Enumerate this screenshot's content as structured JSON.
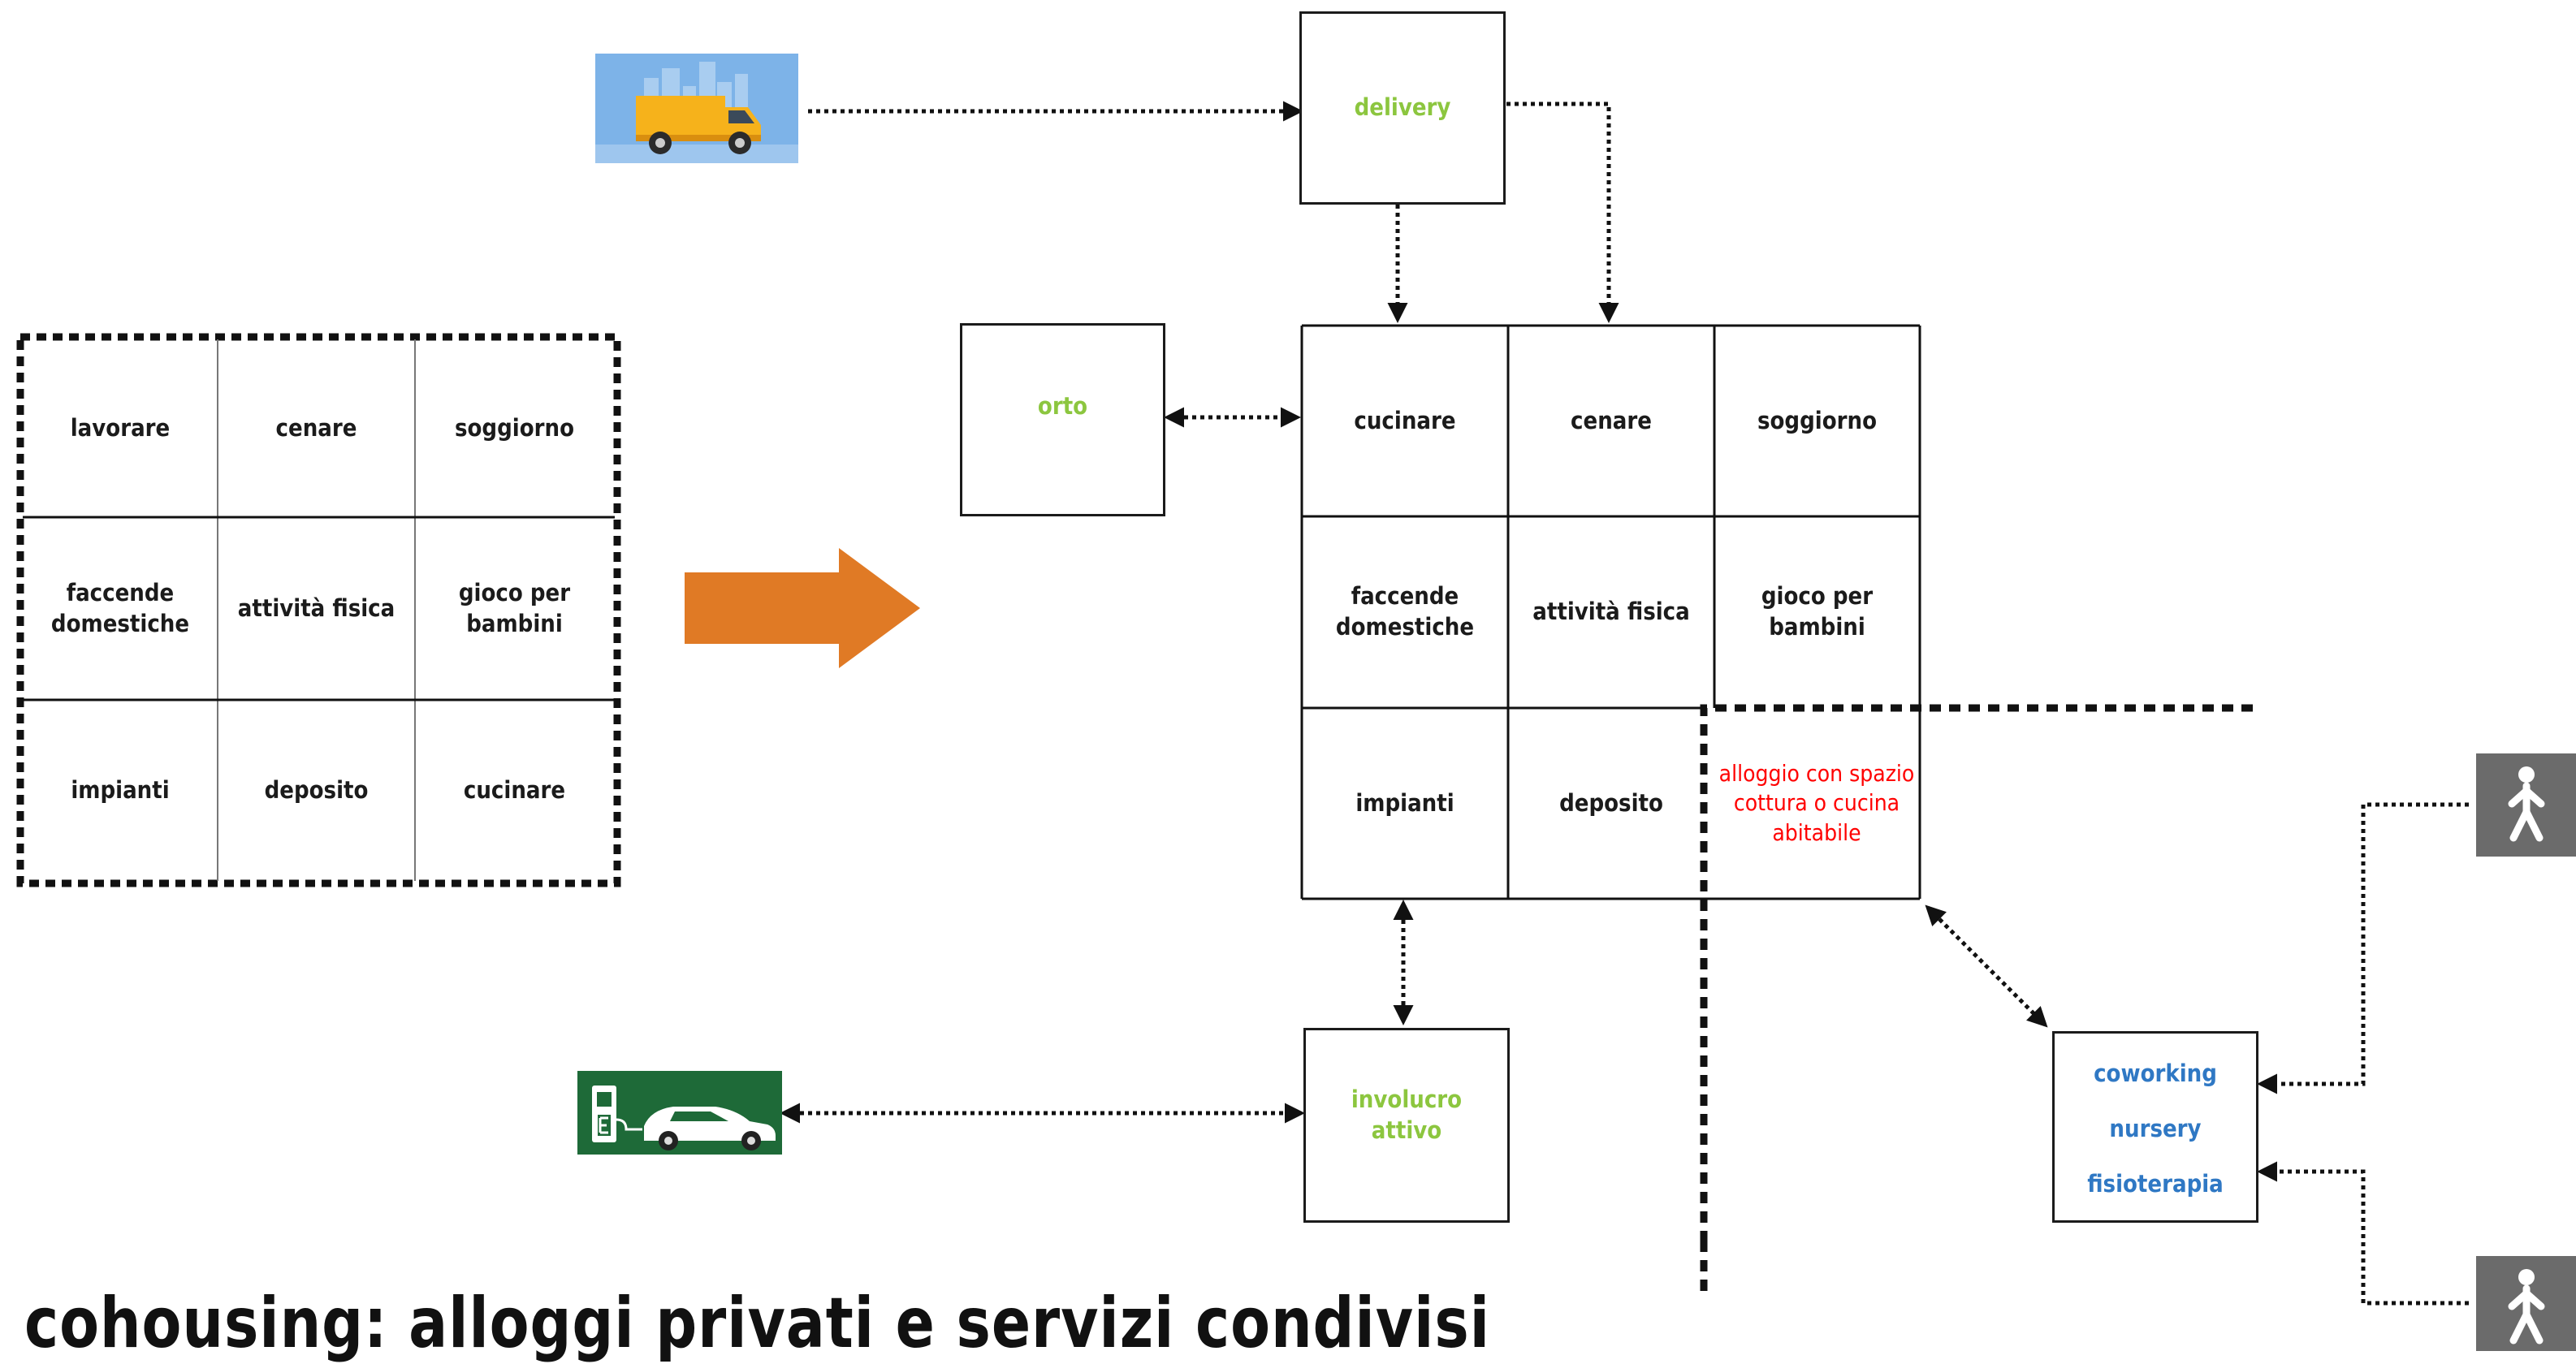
{
  "left_grid": {
    "cells": [
      "lavorare",
      "cenare",
      "soggiorno",
      "faccende domestiche",
      "attività fisica",
      "gioco per bambini",
      "impianti",
      "deposito",
      "cucinare"
    ]
  },
  "right_grid": {
    "cells": [
      "cucinare",
      "cenare",
      "soggiorno",
      "faccende domestiche",
      "attività fisica",
      "gioco per bambini",
      "impianti",
      "deposito",
      "alloggio con spazio cottura o cucina abitabile"
    ]
  },
  "nodes": {
    "delivery": "delivery",
    "orto": "orto",
    "involucro": "involucro attivo",
    "services": [
      "coworking",
      "nursery",
      "fisioterapia"
    ]
  },
  "title": "cohousing: alloggi privati e servizi condivisi",
  "colors": {
    "arrow": "#e07a25",
    "green_text": "#8cc63f",
    "red_text": "#ff0000",
    "blue_text": "#2f78c4",
    "charger_bg": "#1f6b3a",
    "van_bg": "#6aa6e0",
    "icon_bg": "#6b6b6b"
  },
  "icons": [
    "delivery-van-icon",
    "ev-charging-car-icon",
    "pedestrian-icon",
    "pedestrian-icon"
  ]
}
